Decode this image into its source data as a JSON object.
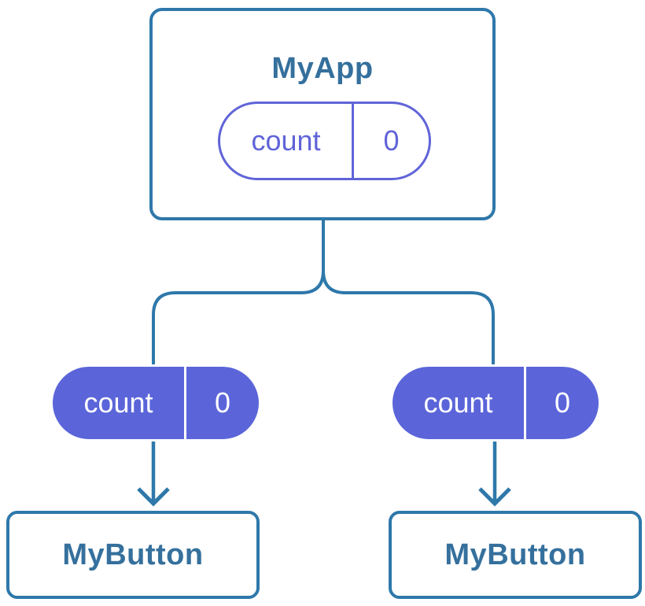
{
  "diagram": {
    "type": "react-component-tree",
    "root": {
      "title": "MyApp",
      "state": {
        "label": "count",
        "value": "0"
      }
    },
    "children": [
      {
        "title": "MyButton",
        "prop": {
          "label": "count",
          "value": "0"
        }
      },
      {
        "title": "MyButton",
        "prop": {
          "label": "count",
          "value": "0"
        }
      }
    ],
    "colors": {
      "background": "#ffffff",
      "connector_line": "#2e78aa",
      "card_border": "#2e78aa",
      "card_fill": "#ffffff",
      "title_text": "#35709d",
      "state_pill_outline": "#6064d8",
      "state_pill_text": "#6064d8",
      "prop_pill_fill": "#5b65d9",
      "prop_pill_border": "#ffffff",
      "prop_pill_text": "#ffffff"
    }
  }
}
